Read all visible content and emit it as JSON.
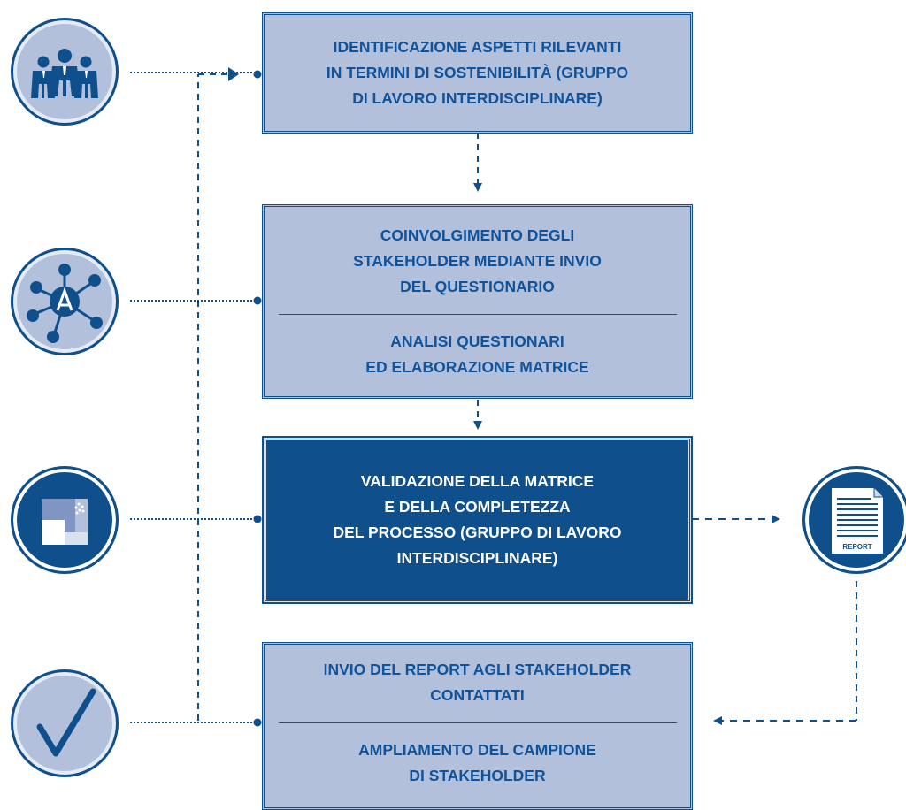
{
  "steps": [
    {
      "lines": [
        "IDENTIFICAZIONE ASPETTI RILEVANTI",
        "IN TERMINI DI SOSTENIBILITÀ (GRUPPO",
        "DI LAVORO INTERDISCIPLINARE)"
      ]
    },
    {
      "part1": [
        "COINVOLGIMENTO DEGLI",
        "STAKEHOLDER MEDIANTE INVIO",
        "DEL QUESTIONARIO"
      ],
      "part2": [
        "ANALISI QUESTIONARI",
        "ED ELABORAZIONE MATRICE"
      ]
    },
    {
      "lines": [
        "VALIDAZIONE DELLA MATRICE",
        "E DELLA COMPLETEZZA",
        "DEL PROCESSO (GRUPPO DI LAVORO",
        "INTERDISCIPLINARE)"
      ]
    },
    {
      "part1": [
        "INVIO DEL REPORT AGLI STAKEHOLDER",
        "CONTATTATI"
      ],
      "part2": [
        "AMPLIAMENTO DEL CAMPIONE",
        "DI STAKEHOLDER"
      ]
    }
  ],
  "report_icon": {
    "label": "REPORT"
  },
  "icons": [
    "team-icon",
    "network-logo-icon",
    "building-logo-icon",
    "checkmark-icon",
    "report-document-icon"
  ],
  "colors": {
    "box_light": "#b3c0db",
    "box_dark": "#0f4f8c",
    "text_blue": "#10539a",
    "white": "#ffffff"
  }
}
